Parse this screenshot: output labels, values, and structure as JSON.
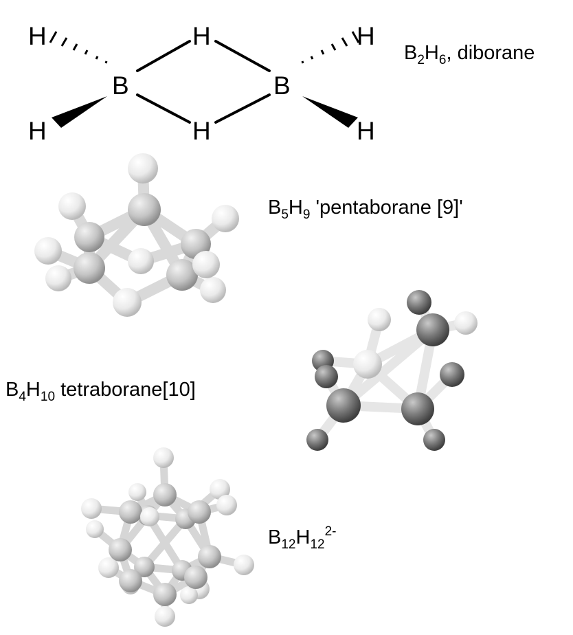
{
  "diborane": {
    "atoms": {
      "boron": "B",
      "hydrogen": "H"
    },
    "label": {
      "main": "B",
      "n1": "2",
      "mid": "H",
      "n2": "6",
      "rest": ", diborane"
    }
  },
  "pentaborane": {
    "label": {
      "main": "B",
      "n1": "5",
      "mid": "H",
      "n2": "9",
      "rest": " 'pentaborane [9]'"
    }
  },
  "tetraborane": {
    "label": {
      "main": "B",
      "n1": "4",
      "mid": "H",
      "n2": "10",
      "rest": " tetraborane[10]"
    }
  },
  "dodecaborate": {
    "label": {
      "main": "B",
      "n1": "12",
      "mid": "H",
      "n2": "12",
      "charge": "2-"
    }
  },
  "colors": {
    "ball_light": "#f4f4f4",
    "ball_mid": "#c8c8c8",
    "ball_dark": "#6e6e6e",
    "bond": "#e2e2e2"
  }
}
